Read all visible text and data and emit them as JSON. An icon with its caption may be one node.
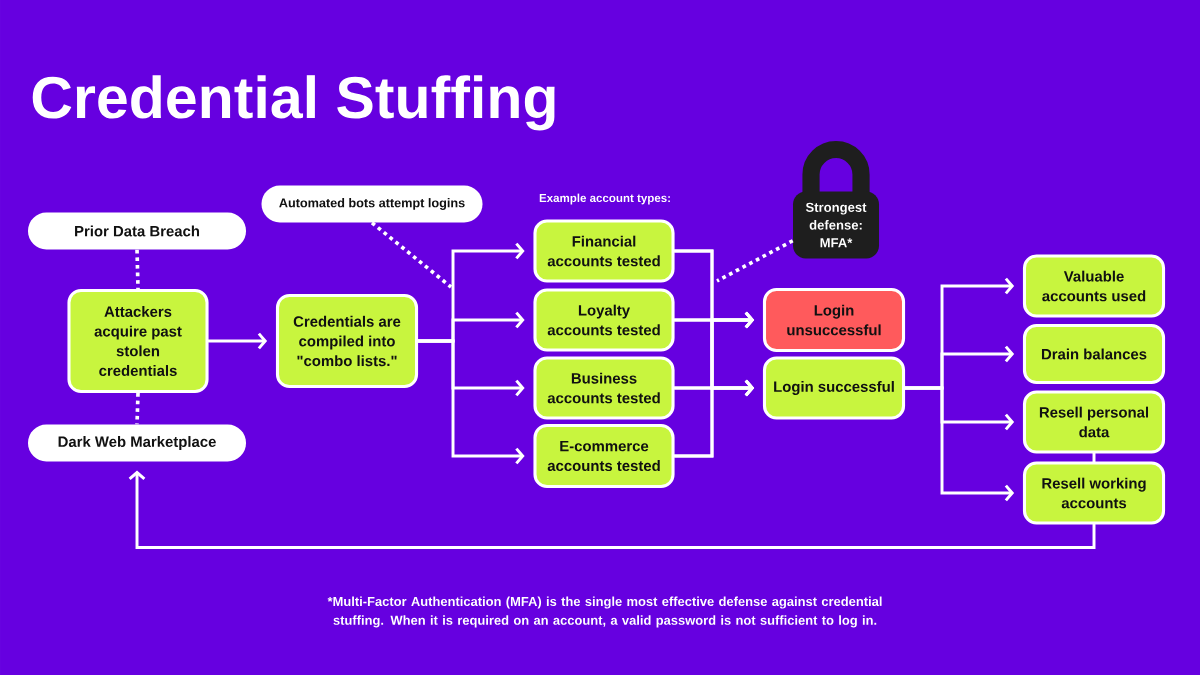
{
  "diagram": {
    "title": "Credential Stuffing",
    "caption": "*Multi-Factor Authentication (MFA) is the single most effective defense against credential stuffing. When it is required on an account, a valid password is not sufficient to log in.",
    "nodes": [
      {
        "text": [
          "Prior Data Breach"
        ]
      },
      {
        "text": [
          "Attackers acquire past stolen credentials"
        ]
      },
      {
        "text": [
          "Dark Web Marketplace"
        ]
      },
      {
        "text": [
          "Automated bots attempt logins"
        ]
      },
      {
        "text": [
          "Credentials are compiled into \"combo lists.\""
        ]
      },
      {
        "text": [
          "Financial accounts tested"
        ]
      },
      {
        "text": [
          "Loyalty accounts tested"
        ]
      },
      {
        "text": [
          "Business accounts tested"
        ]
      },
      {
        "text": [
          "E-commerce accounts tested"
        ]
      },
      {
        "text": [
          "Strongest defense: MFA*"
        ]
      },
      {
        "text": [
          "Login unsuccessful"
        ]
      },
      {
        "text": [
          "Login successful"
        ]
      },
      {
        "text": [
          "Valuable accounts used"
        ]
      },
      {
        "text": [
          "Drain balances"
        ]
      },
      {
        "text": [
          "Resell personal data"
        ]
      },
      {
        "text": [
          "Resell working accounts"
        ]
      }
    ],
    "edges": [
      {
        "from": 0,
        "to": 1,
        "arrow": "none",
        "style": "dashed"
      },
      {
        "from": 1,
        "to": 2,
        "arrow": "none",
        "style": "dashed"
      },
      {
        "from": 1,
        "to": 4,
        "arrow": "to"
      },
      {
        "from": 3,
        "to": null,
        "arrow": "none",
        "style": "dashed"
      },
      {
        "from": 4,
        "to": 5,
        "arrow": "to"
      },
      {
        "from": 4,
        "to": 6,
        "arrow": "to"
      },
      {
        "from": 4,
        "to": 7,
        "arrow": "to"
      },
      {
        "from": 4,
        "to": 8,
        "arrow": "to"
      },
      {
        "from": 5,
        "to": 10,
        "arrow": "to"
      },
      {
        "from": 5,
        "to": 11,
        "arrow": "to"
      },
      {
        "from": 6,
        "to": 10,
        "arrow": "to"
      },
      {
        "from": 6,
        "to": 11,
        "arrow": "to"
      },
      {
        "from": 7,
        "to": 10,
        "arrow": "to"
      },
      {
        "from": 7,
        "to": 11,
        "arrow": "to"
      },
      {
        "from": 8,
        "to": 10,
        "arrow": "to"
      },
      {
        "from": 8,
        "to": 11,
        "arrow": "to"
      },
      {
        "from": 9,
        "to": null,
        "arrow": "none",
        "style": "dashed"
      },
      {
        "from": 11,
        "to": 12,
        "arrow": "to"
      },
      {
        "from": 11,
        "to": 13,
        "arrow": "to"
      },
      {
        "from": 11,
        "to": 14,
        "arrow": "to"
      },
      {
        "from": 11,
        "to": 15,
        "arrow": "to"
      },
      {
        "from": 14,
        "to": 15,
        "arrow": "none"
      },
      {
        "from": 15,
        "to": 2,
        "arrow": "to"
      }
    ],
    "labels": [
      "Example account types:"
    ]
  }
}
